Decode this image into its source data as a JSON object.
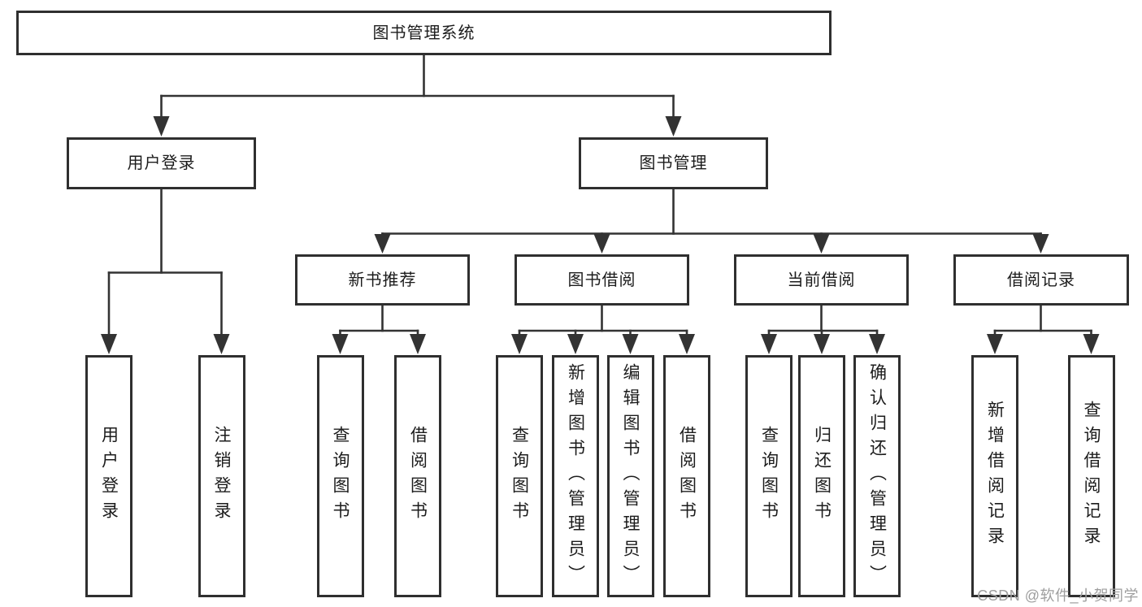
{
  "diagram": {
    "type": "tree-structure-chart",
    "colors": {
      "line": "#333333",
      "box_border": "#2f2f2f",
      "text": "#1c1c1c",
      "background": "#ffffff",
      "watermark": "#9e9e9e"
    },
    "tree": {
      "label": "图书管理系统",
      "children": [
        {
          "label": "用户登录",
          "children": [
            {
              "label": "用户登录"
            },
            {
              "label": "注销登录"
            }
          ]
        },
        {
          "label": "图书管理",
          "children": [
            {
              "label": "新书推荐",
              "children": [
                {
                  "label": "查询图书"
                },
                {
                  "label": "借阅图书"
                }
              ]
            },
            {
              "label": "图书借阅",
              "children": [
                {
                  "label": "查询图书"
                },
                {
                  "label": "新增图书（管理员）"
                },
                {
                  "label": "编辑图书（管理员）"
                },
                {
                  "label": "借阅图书"
                }
              ]
            },
            {
              "label": "当前借阅",
              "children": [
                {
                  "label": "查询图书"
                },
                {
                  "label": "归还图书"
                },
                {
                  "label": "确认归还（管理员）"
                }
              ]
            },
            {
              "label": "借阅记录",
              "children": [
                {
                  "label": "新增借阅记录"
                },
                {
                  "label": "查询借阅记录"
                }
              ]
            }
          ]
        }
      ]
    },
    "watermark": {
      "text": "CSDN @软件_小贺同学"
    }
  }
}
